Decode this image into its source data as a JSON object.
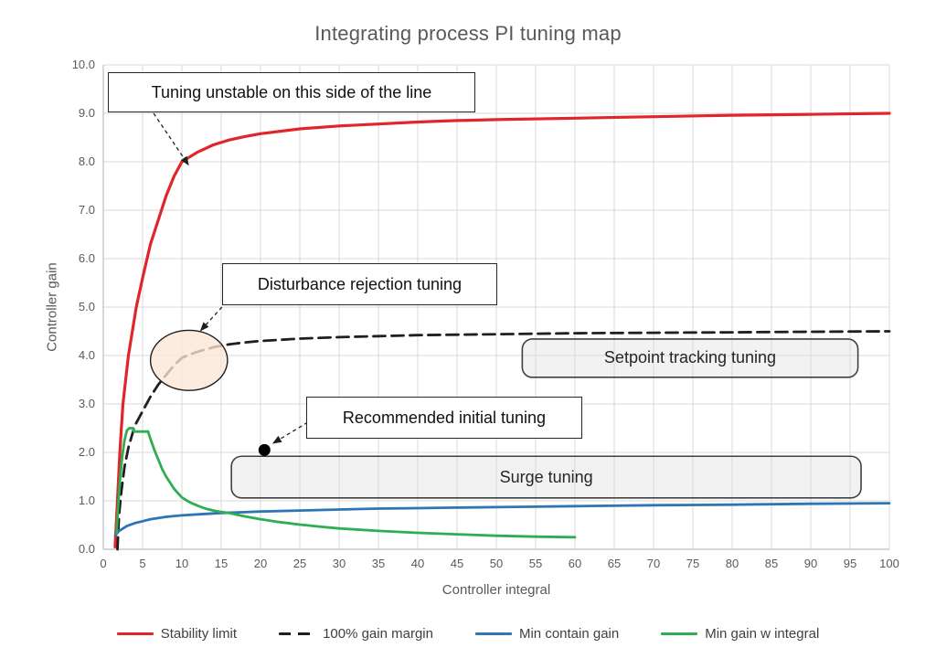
{
  "chart_data": {
    "type": "line",
    "title": "Integrating process PI tuning map",
    "xlabel": "Controller integral",
    "ylabel": "Controller gain",
    "xlim": [
      0,
      100
    ],
    "ylim": [
      0,
      10
    ],
    "x_tick_step": 5,
    "y_tick_step": 1,
    "y_tick_decimals": 1,
    "grid": true,
    "legend_position": "bottom",
    "colors": {
      "grid": "#d9d9d9",
      "axis": "#bfbfbf",
      "tick_text": "#595959",
      "title_text": "#595959",
      "legend_text": "#404040",
      "annotation_ink": "#1f1f1f",
      "zone_fill": "#f2f2f2",
      "zone_border": "#404040",
      "background": "#ffffff"
    },
    "series": [
      {
        "name": "Stability limit",
        "color": "#e0262b",
        "dash": null,
        "width": 3.2,
        "points": [
          [
            1.5,
            0.05
          ],
          [
            1.8,
            1.0
          ],
          [
            2.1,
            2.0
          ],
          [
            2.5,
            3.0
          ],
          [
            3.2,
            4.0
          ],
          [
            4.2,
            5.0
          ],
          [
            5,
            5.6
          ],
          [
            6,
            6.3
          ],
          [
            7,
            6.8
          ],
          [
            8,
            7.3
          ],
          [
            9,
            7.7
          ],
          [
            10,
            8.0
          ],
          [
            11,
            8.1
          ],
          [
            12,
            8.2
          ],
          [
            14,
            8.35
          ],
          [
            16,
            8.45
          ],
          [
            18,
            8.52
          ],
          [
            20,
            8.58
          ],
          [
            25,
            8.68
          ],
          [
            30,
            8.74
          ],
          [
            35,
            8.78
          ],
          [
            40,
            8.82
          ],
          [
            45,
            8.85
          ],
          [
            50,
            8.87
          ],
          [
            60,
            8.9
          ],
          [
            70,
            8.93
          ],
          [
            80,
            8.96
          ],
          [
            90,
            8.98
          ],
          [
            100,
            9.0
          ]
        ]
      },
      {
        "name": "100% gain margin",
        "color": "#1f1f1f",
        "dash": "13 7",
        "width": 2.8,
        "points": [
          [
            1.8,
            0.0
          ],
          [
            2.0,
            0.7
          ],
          [
            2.3,
            1.2
          ],
          [
            2.7,
            1.7
          ],
          [
            3.2,
            2.1
          ],
          [
            4,
            2.55
          ],
          [
            5,
            2.85
          ],
          [
            6,
            3.15
          ],
          [
            7,
            3.4
          ],
          [
            8,
            3.6
          ],
          [
            9,
            3.8
          ],
          [
            10,
            3.95
          ],
          [
            11,
            4.02
          ],
          [
            12,
            4.08
          ],
          [
            14,
            4.17
          ],
          [
            16,
            4.23
          ],
          [
            18,
            4.27
          ],
          [
            20,
            4.3
          ],
          [
            25,
            4.35
          ],
          [
            30,
            4.38
          ],
          [
            35,
            4.4
          ],
          [
            40,
            4.42
          ],
          [
            50,
            4.44
          ],
          [
            60,
            4.46
          ],
          [
            70,
            4.47
          ],
          [
            80,
            4.48
          ],
          [
            90,
            4.49
          ],
          [
            100,
            4.5
          ]
        ]
      },
      {
        "name": "Min contain gain",
        "color": "#2e75b6",
        "dash": null,
        "width": 2.8,
        "points": [
          [
            1.5,
            0.28
          ],
          [
            2,
            0.38
          ],
          [
            3,
            0.48
          ],
          [
            4,
            0.54
          ],
          [
            5,
            0.58
          ],
          [
            6,
            0.62
          ],
          [
            8,
            0.67
          ],
          [
            10,
            0.7
          ],
          [
            12,
            0.72
          ],
          [
            15,
            0.75
          ],
          [
            20,
            0.78
          ],
          [
            25,
            0.8
          ],
          [
            30,
            0.82
          ],
          [
            35,
            0.84
          ],
          [
            40,
            0.85
          ],
          [
            45,
            0.86
          ],
          [
            50,
            0.87
          ],
          [
            55,
            0.88
          ],
          [
            60,
            0.89
          ],
          [
            70,
            0.91
          ],
          [
            80,
            0.92
          ],
          [
            90,
            0.94
          ],
          [
            100,
            0.95
          ]
        ]
      },
      {
        "name": "Min gain w integral",
        "color": "#2fad53",
        "dash": null,
        "width": 2.8,
        "points": [
          [
            1.7,
            0.33
          ],
          [
            1.9,
            0.9
          ],
          [
            2.1,
            1.4
          ],
          [
            2.4,
            1.9
          ],
          [
            2.7,
            2.25
          ],
          [
            3.0,
            2.45
          ],
          [
            3.3,
            2.5
          ],
          [
            3.8,
            2.5
          ],
          [
            3.9,
            2.43
          ],
          [
            5.7,
            2.43
          ],
          [
            6.0,
            2.28
          ],
          [
            6.5,
            2.05
          ],
          [
            7,
            1.85
          ],
          [
            7.5,
            1.65
          ],
          [
            8,
            1.5
          ],
          [
            9,
            1.25
          ],
          [
            10,
            1.07
          ],
          [
            11,
            0.97
          ],
          [
            12,
            0.9
          ],
          [
            13,
            0.84
          ],
          [
            14,
            0.8
          ],
          [
            15,
            0.77
          ],
          [
            16,
            0.75
          ],
          [
            18,
            0.68
          ],
          [
            20,
            0.62
          ],
          [
            22,
            0.57
          ],
          [
            25,
            0.51
          ],
          [
            28,
            0.46
          ],
          [
            30,
            0.43
          ],
          [
            35,
            0.38
          ],
          [
            40,
            0.34
          ],
          [
            45,
            0.31
          ],
          [
            50,
            0.28
          ],
          [
            55,
            0.26
          ],
          [
            60,
            0.25
          ]
        ]
      }
    ],
    "annotations": {
      "callouts": [
        {
          "label": "Tuning unstable on this side of the line"
        },
        {
          "label": "Disturbance rejection tuning"
        },
        {
          "label": "Recommended initial tuning"
        }
      ],
      "zones": [
        {
          "label": "Setpoint tracking tuning",
          "x1": 53.3,
          "x2": 96.0,
          "y1": 3.55,
          "y2": 4.34
        },
        {
          "label": "Surge tuning",
          "x1": 16.3,
          "x2": 96.4,
          "y1": 1.06,
          "y2": 1.92
        }
      ],
      "ellipse": {
        "cx": 10.9,
        "cy": 3.9,
        "rx": 4.9,
        "ry": 0.62,
        "fill": "#fbe5d6",
        "stroke": "#1f1f1f"
      },
      "marker_point": {
        "x": 20.5,
        "y": 2.05
      },
      "arrows": [
        {
          "from": [
            6.4,
            9.0
          ],
          "to": [
            10.9,
            7.92
          ]
        },
        {
          "from": [
            15.1,
            5.0
          ],
          "to": [
            12.3,
            4.5
          ]
        },
        {
          "from": [
            26.0,
            2.62
          ],
          "to": [
            21.5,
            2.18
          ]
        }
      ]
    }
  }
}
